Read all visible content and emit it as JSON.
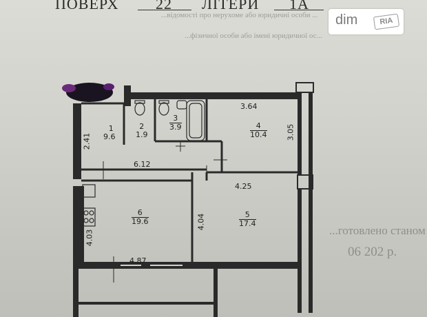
{
  "header": {
    "floor_label": "ПОВЕРХ",
    "floor_value": "22",
    "letter_label": "ЛІТЕРИ",
    "letter_value": "1А"
  },
  "watermark": {
    "brand": "dim",
    "brand_badge": "RIA"
  },
  "faint_text": {
    "line1": "...відомості про нерухоме або юридичні особи ...",
    "line2": "...фізичної особи або імені юридичної ос...",
    "stamp_line1": "...готовлено станом",
    "stamp_date": "06   202 р."
  },
  "rooms": [
    {
      "number": "1",
      "area": "9.6"
    },
    {
      "number": "2",
      "area": "1.9"
    },
    {
      "number": "3",
      "area": "3.9"
    },
    {
      "number": "4",
      "area": "10.4"
    },
    {
      "number": "5",
      "area": "17.4"
    },
    {
      "number": "6",
      "area": "19.6"
    }
  ],
  "dimensions": {
    "d241": "2.41",
    "d364": "3.64",
    "d305": "3.05",
    "d612": "6.12",
    "d425": "4.25",
    "d404": "4.04",
    "d403": "4.03",
    "d487": "4.87"
  },
  "colors": {
    "paper": "#d3d3ce",
    "ink": "#1e1e1e",
    "redaction": "#1a1420",
    "redaction_tint": "#6a2a7a"
  }
}
